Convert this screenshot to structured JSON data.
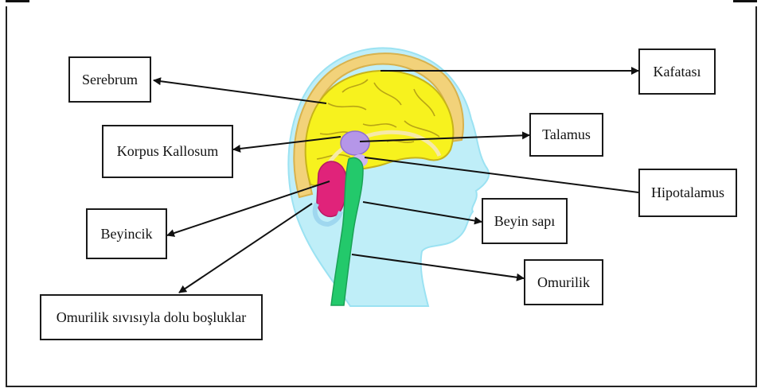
{
  "labels": {
    "serebrum": "Serebrum",
    "korpus_kallosum": "Korpus Kallosum",
    "beyincik": "Beyincik",
    "bosluklar": "Omurilik sıvısıyla dolu boşluklar",
    "kafatasi": "Kafatası",
    "talamus": "Talamus",
    "hipotalamus": "Hipotalamus",
    "beyin_sapi": "Beyin sapı",
    "omurilik": "Omurilik"
  },
  "colors": {
    "head_skin": "#bfeef8",
    "brain": "#f7f21e",
    "thalamus": "#b596e8",
    "cerebellum": "#e0237a",
    "brainstem": "#23c96b",
    "arrow": "#111111"
  }
}
